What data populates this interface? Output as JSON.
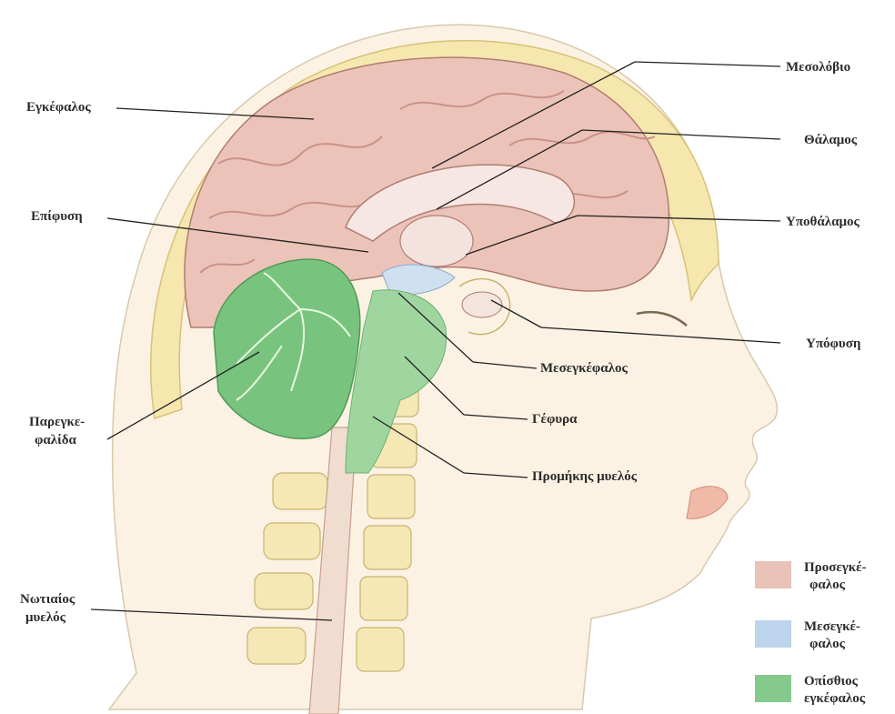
{
  "labels": {
    "egkefalos": "Εγκέφαλος",
    "epifysi": "Επίφυση",
    "paregkefalida_1": "Παρεγκε-",
    "paregkefalida_2": "φαλίδα",
    "notiaios_1": "Νωτιαίος",
    "notiaios_2": "μυελός",
    "mesolovio": "Μεσολόβιο",
    "thalamos": "Θάλαμος",
    "ypothalamos": "Υποθάλαμος",
    "ypofysi": "Υπόφυση",
    "mesegkefalos": "Μεσεγκέφαλος",
    "gefyra": "Γέφυρα",
    "promikis": "Προμήκης μυελός"
  },
  "legend": [
    {
      "line1": "Προσεγκέ-",
      "line2": "φαλος",
      "color": "#e9c2b8"
    },
    {
      "line1": "Μεσεγκέ-",
      "line2": "φαλος",
      "color": "#bcd4ec"
    },
    {
      "line1": "Οπίσθιος",
      "line2": "εγκέφαλος",
      "color": "#86c98c"
    }
  ],
  "colors": {
    "forebrain": "#ecc3b8",
    "forebrain_fold": "#c9928a",
    "midbrain": "#cfe0f1",
    "hindbrain": "#78c47e",
    "hindbrain_vein": "#e8f6e0",
    "skin": "#fbf2e3",
    "skull": "#f4e6a8",
    "bone": "#f6ecc0",
    "leader": "#222222"
  }
}
